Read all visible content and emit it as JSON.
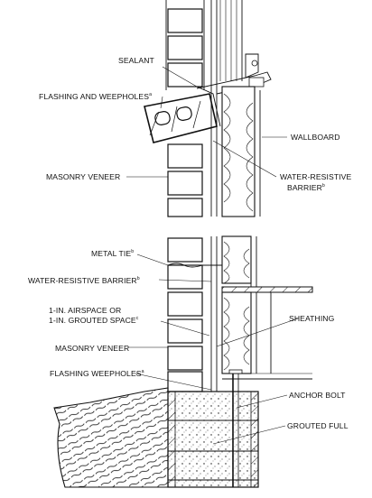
{
  "labels": {
    "sealant": "SEALANT",
    "flashing_weepholes_top": "FLASHING AND WEEPHOLES",
    "flashing_weepholes_top_sup": "a",
    "masonry_veneer_top": "MASONRY VENEER",
    "wallboard": "WALLBOARD",
    "water_resistive_1": "WATER-RESISTIVE",
    "water_resistive_2": "BARRIER",
    "water_resistive_2_sup": "b",
    "metal_tie": "METAL TIE",
    "metal_tie_sup": "b",
    "wrb_bottom": "WATER-RESISTIVE BARRIER",
    "wrb_bottom_sup": "b",
    "airspace_1": "1-IN. AIRSPACE OR",
    "airspace_2": "1-IN. GROUTED SPACE",
    "airspace_2_sup": "c",
    "sheathing": "SHEATHING",
    "masonry_veneer_bottom": "MASONRY VENEER",
    "flashing_weepholes_bottom": "FLASHING WEEPHOLES",
    "flashing_weepholes_bottom_sup": "a",
    "anchor_bolt": "ANCHOR BOLT",
    "grouted_full": "GROUTED FULL"
  }
}
